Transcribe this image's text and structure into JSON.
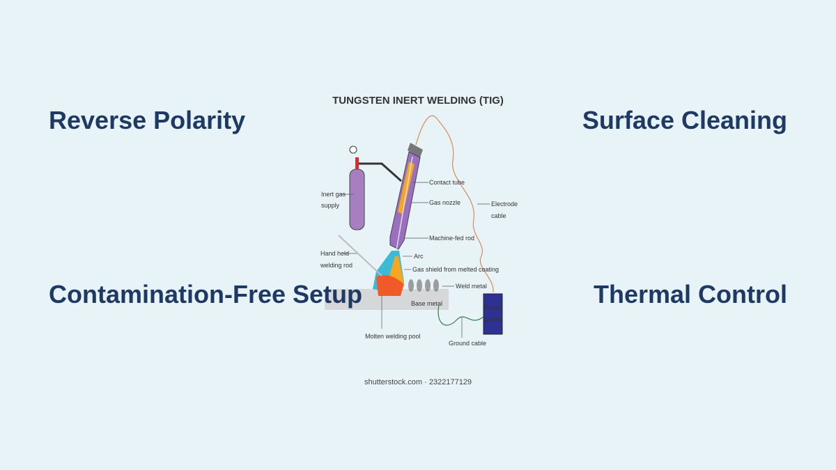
{
  "headings": [
    "Reverse Polarity",
    "Surface Cleaning",
    "Contamination-Free Setup",
    "Thermal Control"
  ],
  "diagram": {
    "title": "TUNGSTEN INERT WELDING (TIG)",
    "labels": {
      "inert_gas_1": "Inert gas",
      "inert_gas_2": "supply",
      "contact_tube": "Contact tube",
      "gas_nozzle": "Gas nozzle",
      "electrode_cable_1": "Electrode",
      "electrode_cable_2": "cable",
      "machine_fed_rod": "Machine-fed rod",
      "hand_held_1": "Hand held",
      "hand_held_2": "welding rod",
      "arc": "Arc",
      "gas_shield": "Gas shield from melted coating",
      "weld_metal": "Weld metal",
      "base_metal": "Base metal",
      "power_source_1": "Power",
      "power_source_2": "source",
      "molten_pool": "Molten welding pool",
      "ground_cable": "Ground cable"
    },
    "watermark": "shutterstock.com · 2322177129",
    "colors": {
      "cylinder": "#a57fc0",
      "torch": "#9b6fc0",
      "arc": "#f5a623",
      "pool": "#f05a28",
      "shield": "#3bbbd6",
      "power": "#2e3192"
    }
  }
}
